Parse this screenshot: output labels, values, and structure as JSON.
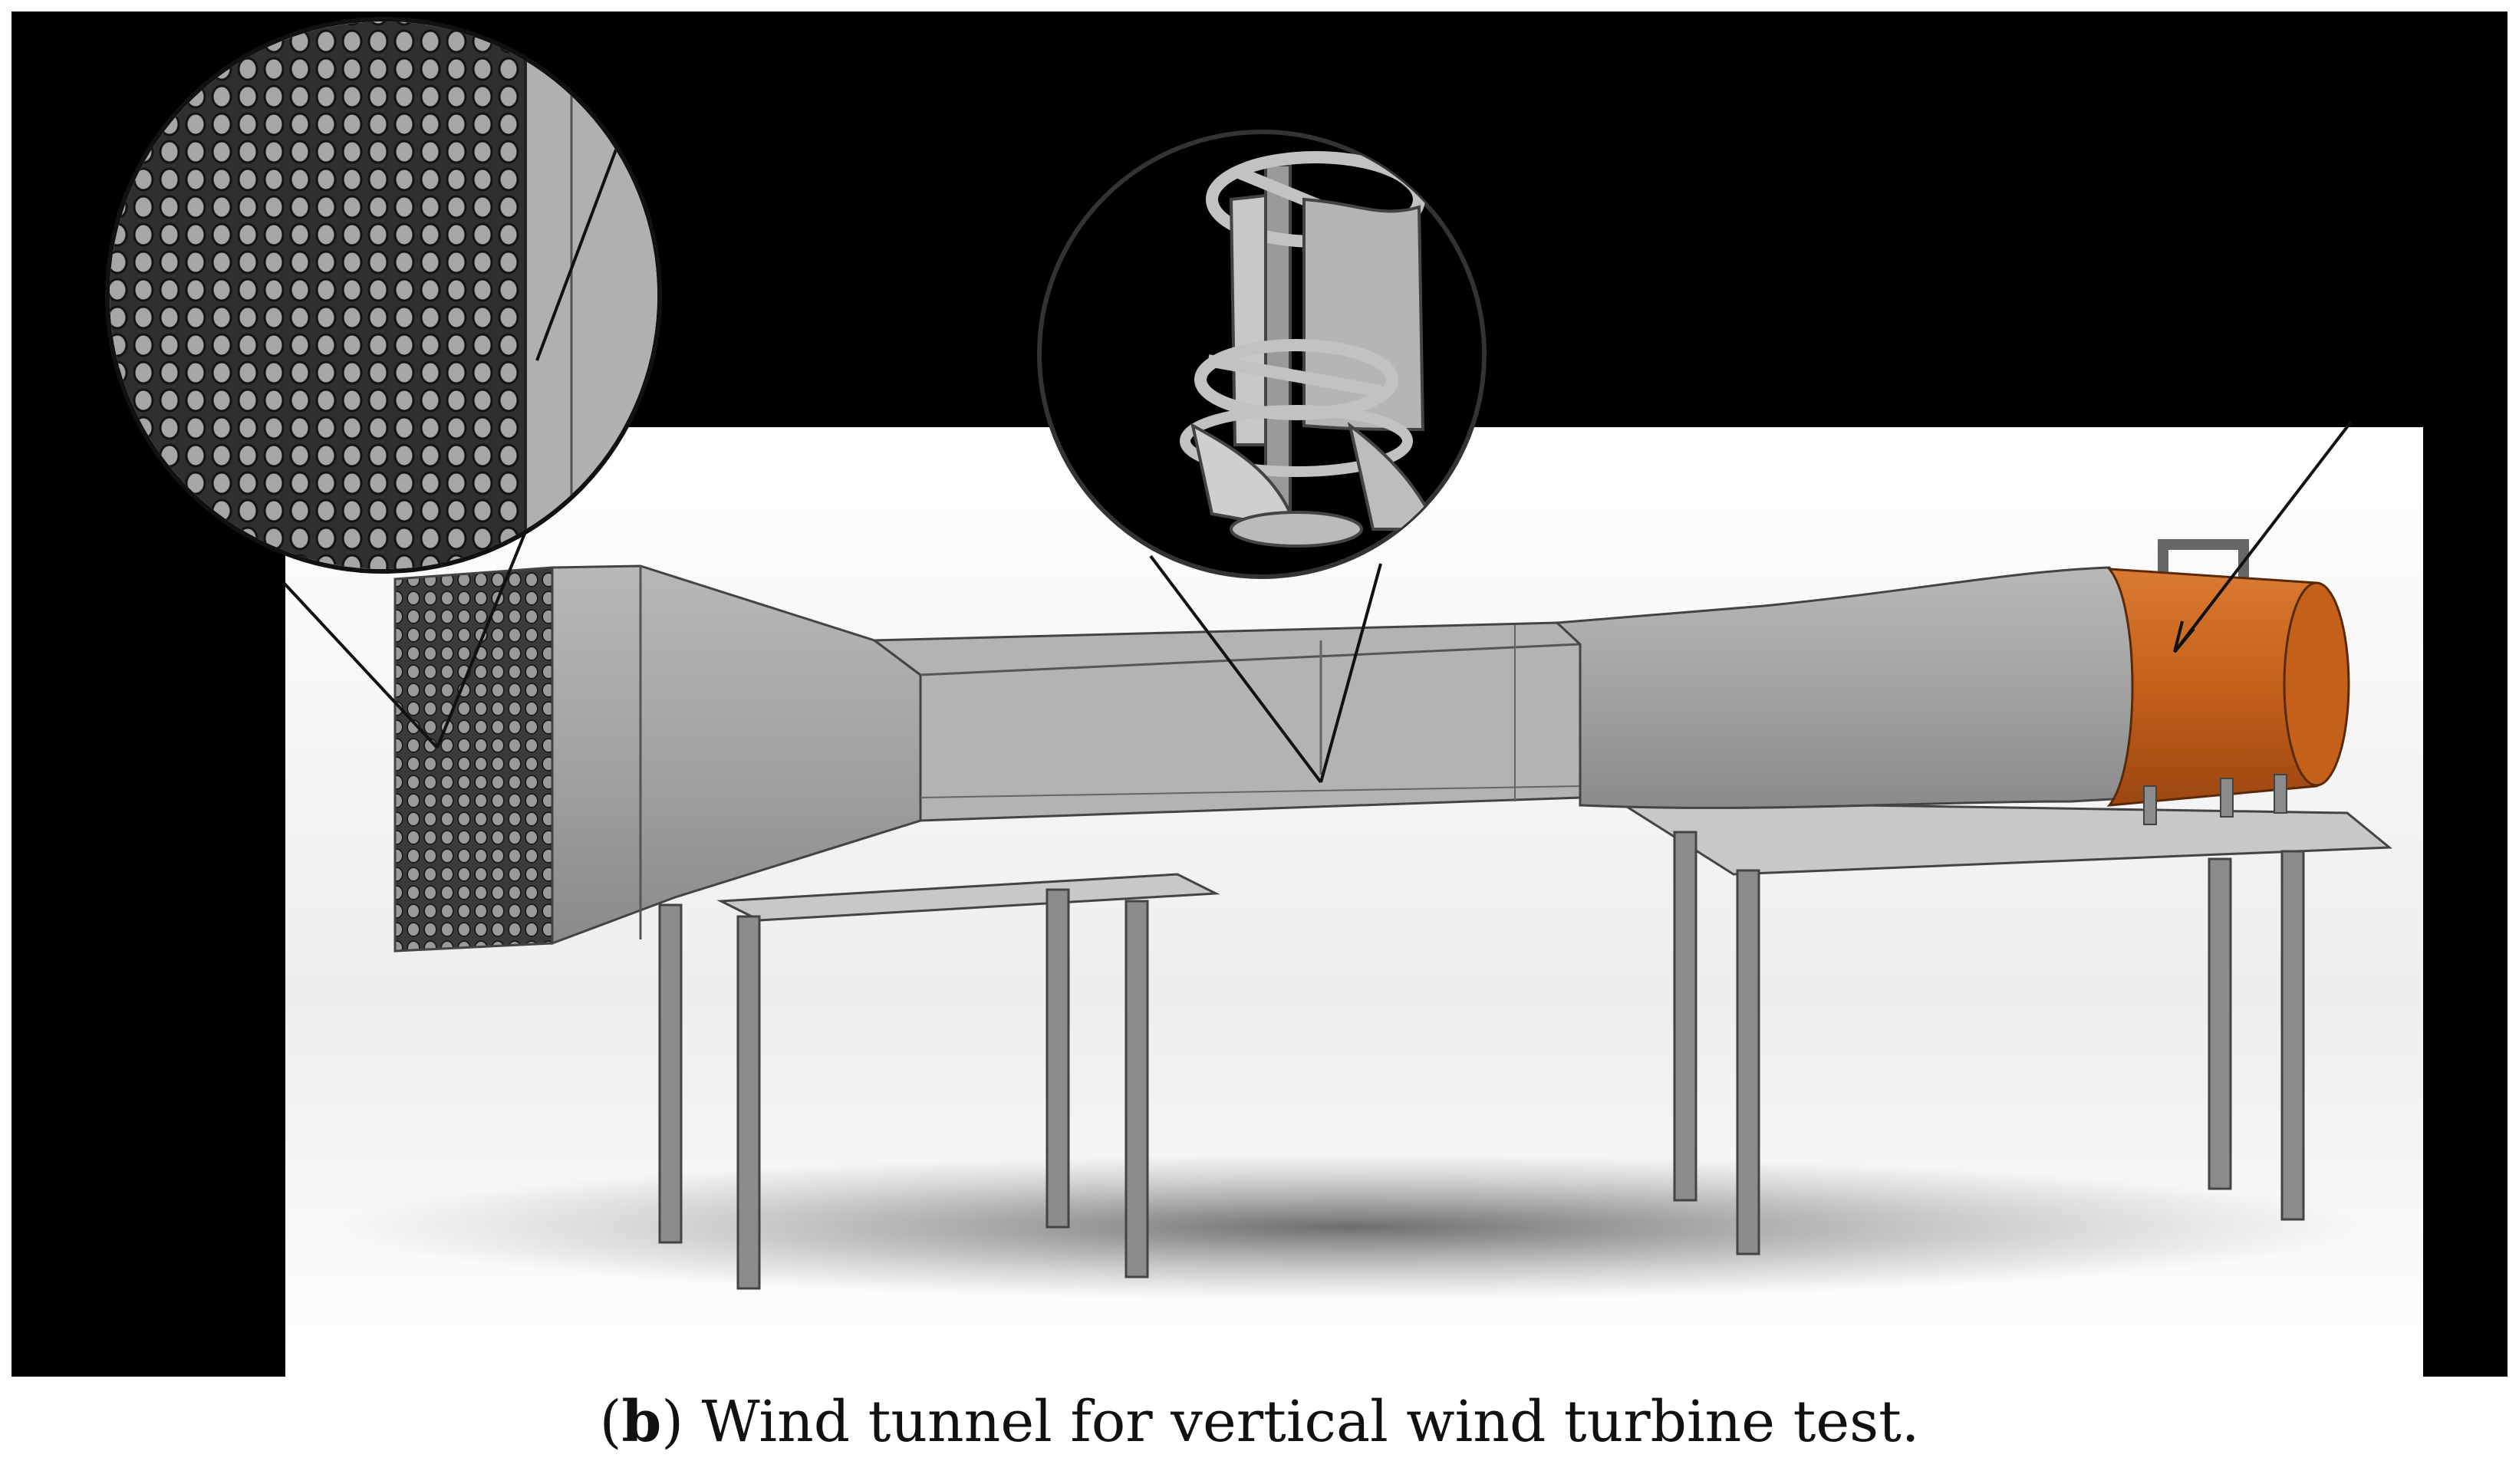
{
  "caption": {
    "label": "b",
    "text": "Wind tunnel for vertical wind turbine test."
  },
  "colors": {
    "background_black": "#000000",
    "tunnel_gray": "#a3a3a3",
    "fan_orange": "#c4601a",
    "stand_gray": "#8c8c8c"
  },
  "icons": {
    "honeycomb_zoom": "honeycomb-mesh-detail",
    "turbine_zoom": "vertical-wind-turbine-detail"
  }
}
